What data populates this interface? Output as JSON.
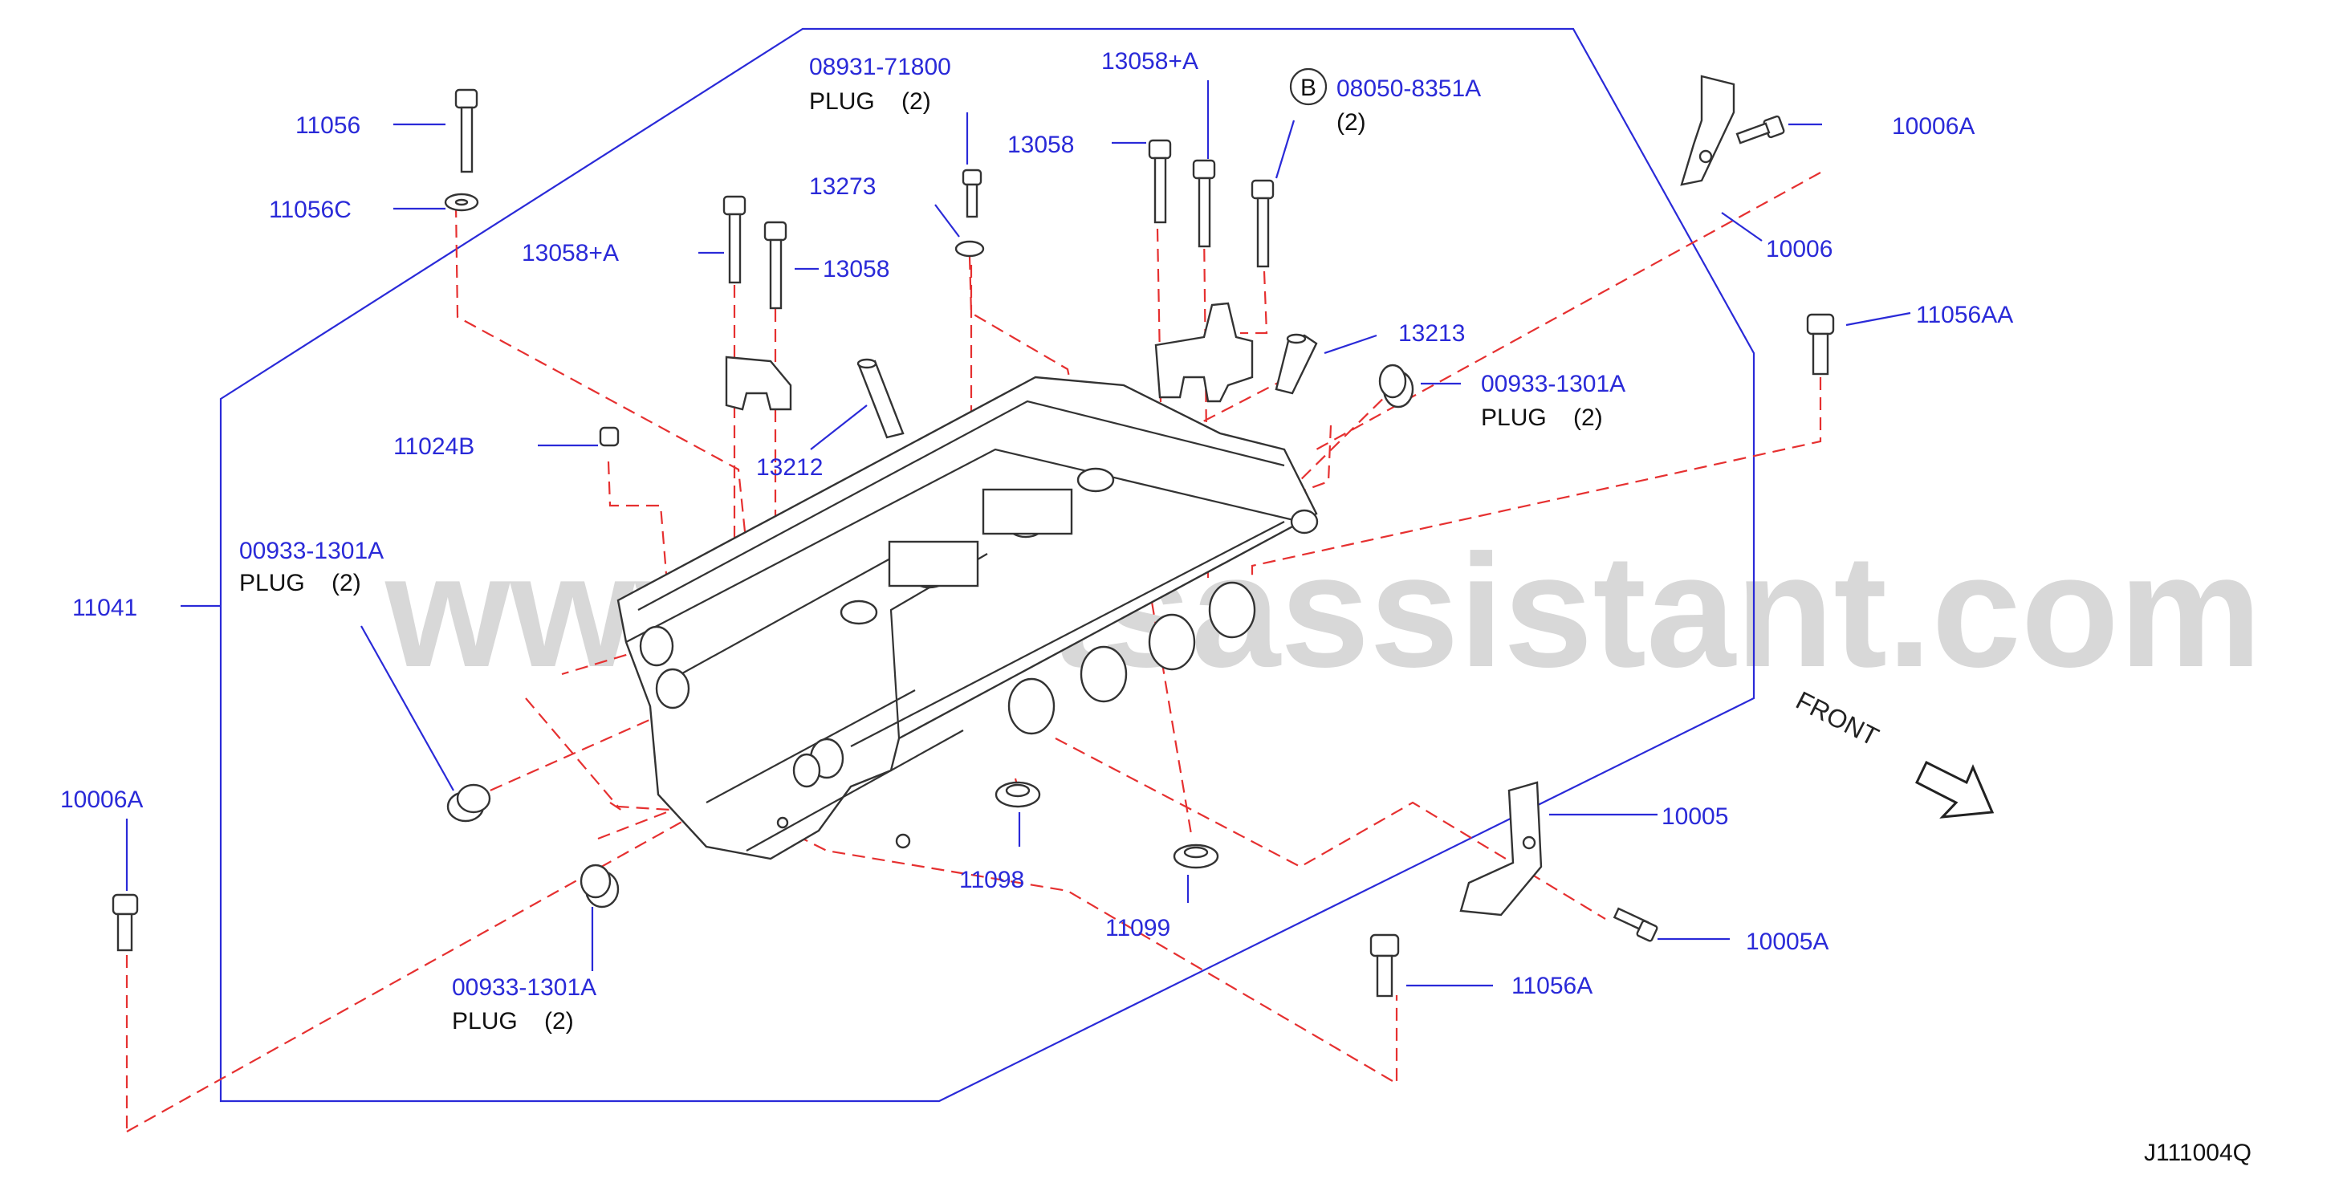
{
  "watermark": "www.partsassistant.com",
  "diagram_code": "J111004Q",
  "direction_label": "FRONT",
  "callout_letter": "B",
  "labels": {
    "p11056": "11056",
    "p11056c": "11056C",
    "p13058a_left": "13058+A",
    "p13058_left": "13058",
    "p11024b": "11024B",
    "p13212": "13212",
    "p08931_number": "08931-71800",
    "p08931_note": "PLUG    (2)",
    "p13273": "13273",
    "p13058_top": "13058",
    "p13058a_top": "13058+A",
    "p08050_number": "08050-8351A",
    "p08050_note": "(2)",
    "p10006a_top": "10006A",
    "p10006": "10006",
    "p11056aa": "11056AA",
    "p13213": "13213",
    "p00933_right_number": "00933-1301A",
    "p00933_right_note": "PLUG    (2)",
    "p00933_left_number": "00933-1301A",
    "p00933_left_note": "PLUG    (2)",
    "p11041": "11041",
    "p10006a_left": "10006A",
    "p00933_bottom_number": "00933-1301A",
    "p00933_bottom_note": "PLUG    (2)",
    "p11098": "11098",
    "p11099": "11099",
    "p10005": "10005",
    "p10005a": "10005A",
    "p11056a": "11056A"
  },
  "colors": {
    "part_number": "#2a2ad8",
    "dashed_leader": "#e63030",
    "outline": "#333333"
  }
}
